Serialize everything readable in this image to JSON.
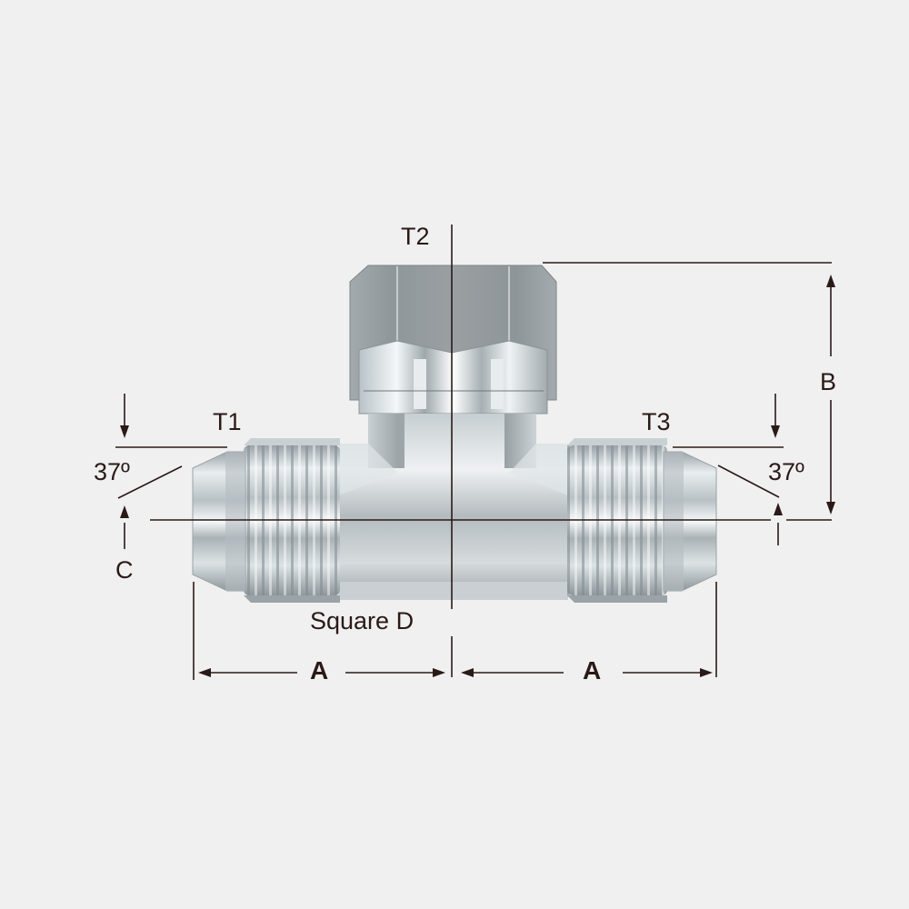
{
  "diagram": {
    "subject": "Tee fitting with swivel nut on branch and 37° flare male ends on run",
    "background_color": "#f0f0f0",
    "line_color": "#2a1a17",
    "ports": {
      "t1": "T1",
      "t2": "T2",
      "t3": "T3"
    },
    "angles": {
      "left": "37º",
      "right": "37º"
    },
    "dimensions": {
      "a_left": "A",
      "a_right": "A",
      "b": "B",
      "c": "C",
      "square_d": "Square D"
    }
  }
}
